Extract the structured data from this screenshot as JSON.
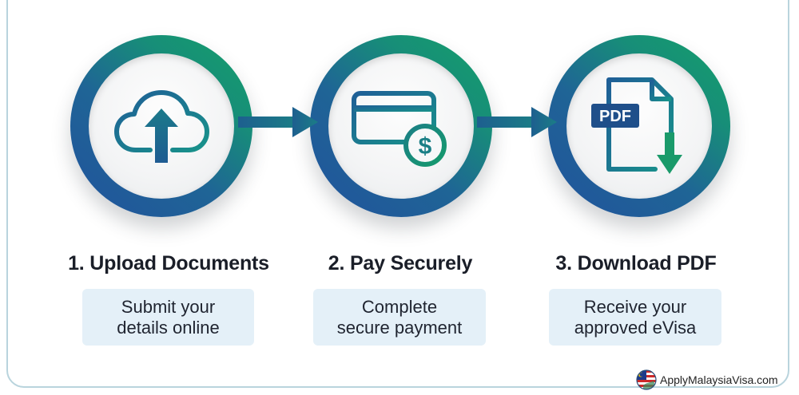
{
  "steps": [
    {
      "title": "1. Upload Documents",
      "description": {
        "line1": "Submit your",
        "line2": "details online"
      },
      "icon": "cloud-upload-icon"
    },
    {
      "title": "2. Pay Securely",
      "description": {
        "line1": "Complete",
        "line2": "secure payment"
      },
      "icon": "credit-card-dollar-icon",
      "icon_symbol": "$"
    },
    {
      "title": "3. Download PDF",
      "description": {
        "line1": "Receive your",
        "line2": "approved eVisa"
      },
      "icon": "pdf-download-icon",
      "icon_label": "PDF"
    }
  ],
  "connectors": [
    "arrow-right-icon",
    "arrow-right-icon"
  ],
  "brand": {
    "name": "ApplyMalaysiaVisa.com",
    "icon": "malaysia-flag-globe-icon"
  },
  "colors": {
    "ring_blue": "#21539c",
    "ring_green": "#15a06a",
    "description_bg": "#e4f0f8",
    "title_text": "#1a1e28",
    "frame_border": "#b9d4dd",
    "pdf_label_bg": "#1f4f8a",
    "download_arrow": "#1a9a6a"
  }
}
